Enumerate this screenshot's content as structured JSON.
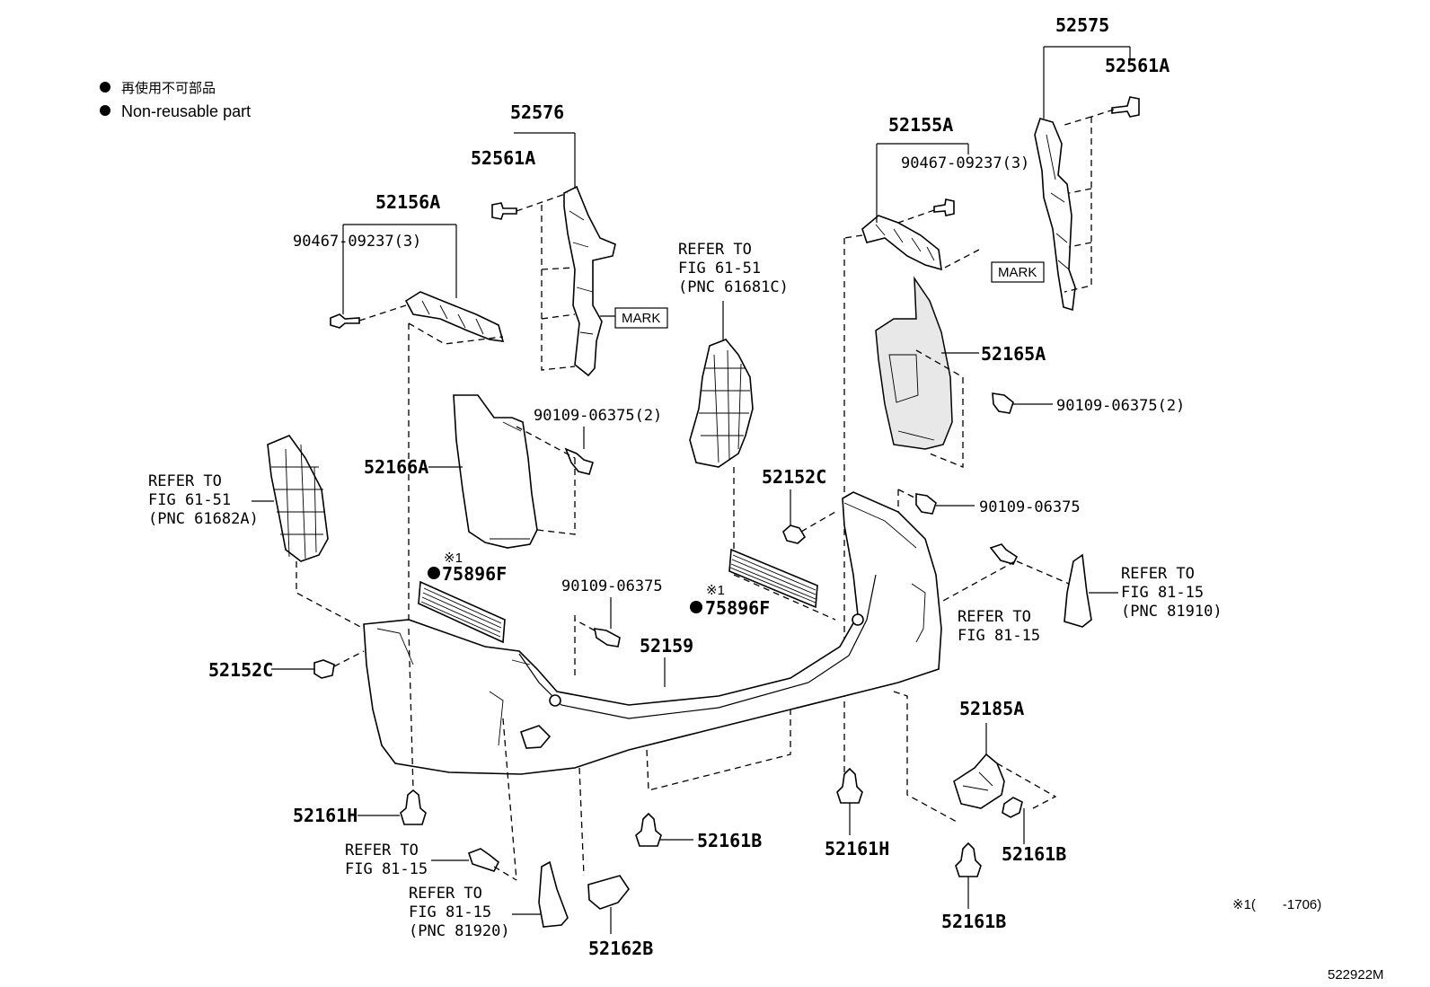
{
  "legend": {
    "japanese": "再使用不可部品",
    "english": "Non-reusable part"
  },
  "labels": {
    "p52575": "52575",
    "p52561A_right": "52561A",
    "p52576": "52576",
    "p52561A_left": "52561A",
    "p52155A": "52155A",
    "p90467_right": "90467-09237(3)",
    "p52156A": "52156A",
    "p90467_left": "90467-09237(3)",
    "mark_left": "MARK",
    "mark_right": "MARK",
    "refer_61681C_1": "REFER TO",
    "refer_61681C_2": "FIG 61-51",
    "refer_61681C_3": "(PNC 61681C)",
    "p52165A": "52165A",
    "p90109_2_right": "90109-06375(2)",
    "p90109_2_left": "90109-06375(2)",
    "p52166A": "52166A",
    "refer_61682A_1": "REFER TO",
    "refer_61682A_2": "FIG 61-51",
    "refer_61682A_3": "(PNC 61682A)",
    "p52152C_right": "52152C",
    "p90109_right": "90109-06375",
    "note1_left": "※1",
    "p75896F_left": "75896F",
    "note1_mid": "※1",
    "p75896F_mid": "75896F",
    "p90109_mid": "90109-06375",
    "refer_81910_1": "REFER TO",
    "refer_81910_2": "FIG 81-15",
    "refer_81910_3": "(PNC 81910)",
    "refer_8115_mid_1": "REFER TO",
    "refer_8115_mid_2": "FIG 81-15",
    "p52159": "52159",
    "p52152C_left": "52152C",
    "p52185A": "52185A",
    "p52161H_left": "52161H",
    "p52161B_mid": "52161B",
    "p52161H_right": "52161H",
    "p52161B_right": "52161B",
    "refer_8115_left_1": "REFER TO",
    "refer_8115_left_2": "FIG 81-15",
    "refer_81920_1": "REFER TO",
    "refer_81920_2": "FIG 81-15",
    "refer_81920_3": "(PNC 81920)",
    "p52162B": "52162B",
    "p52161B_bottom": "52161B",
    "footnote": "※1(　　-1706)",
    "diagram_id": "522922M"
  }
}
